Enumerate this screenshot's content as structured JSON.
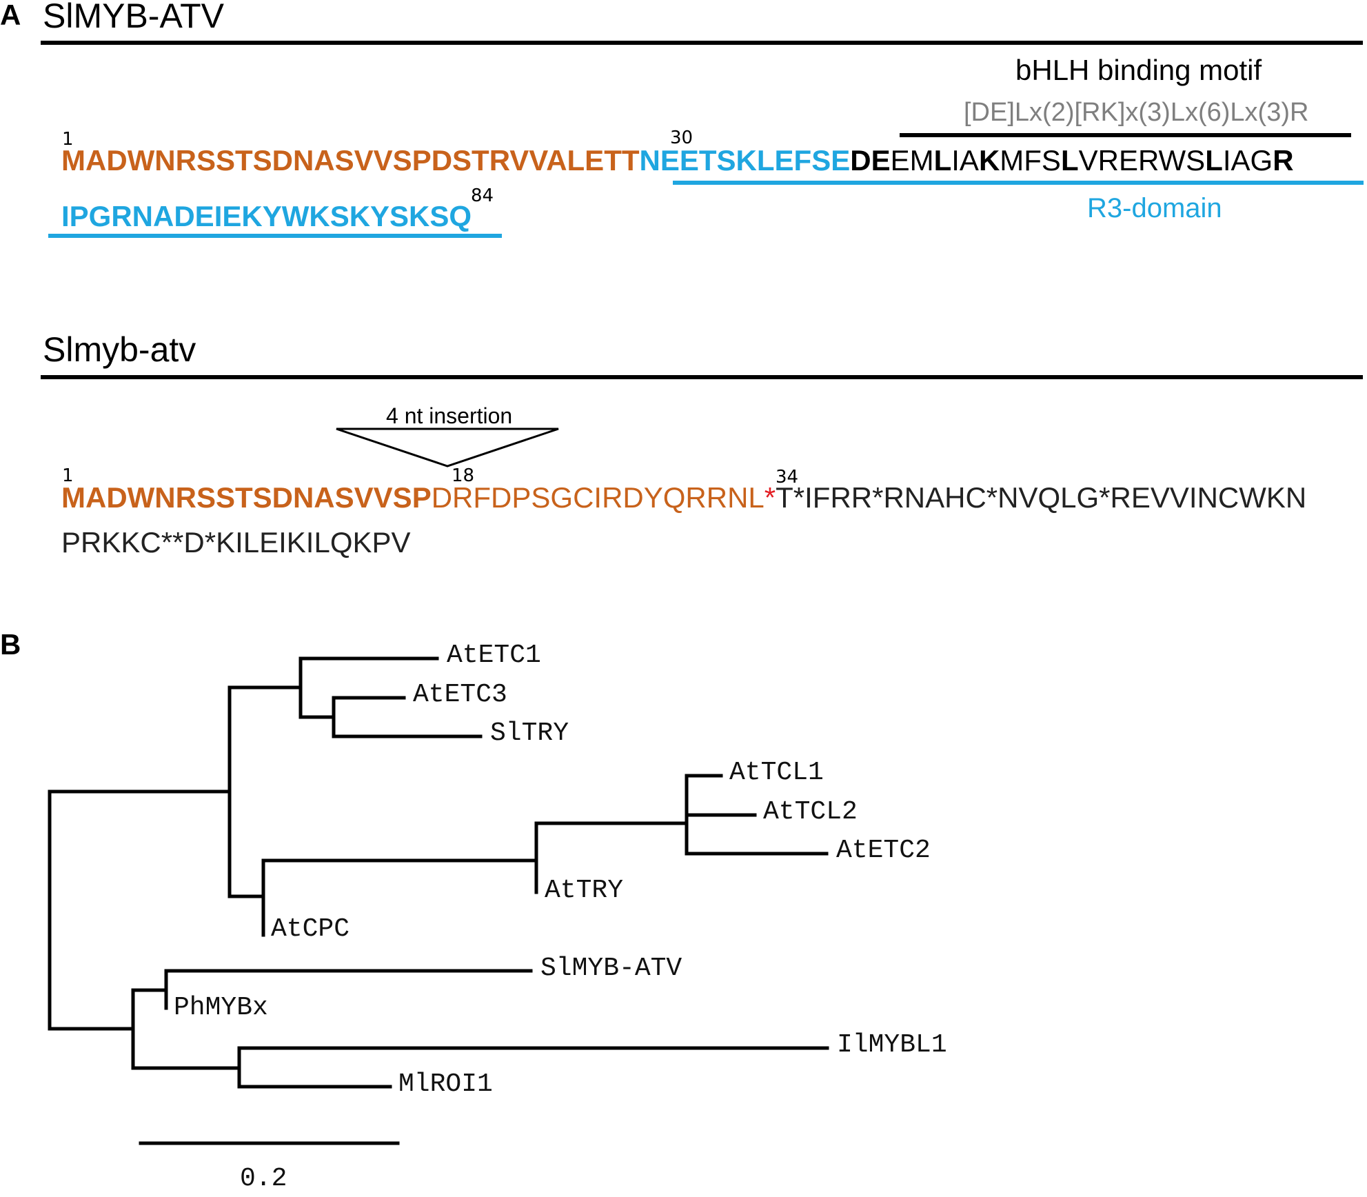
{
  "panelA": {
    "letter": "A",
    "wt": {
      "title": "SlMYB-ATV",
      "pos_1": "1",
      "pos_30": "30",
      "pos_84": "84",
      "seg_orange": "MADWNRSSTSDNASVVSPDSTRVVALETT",
      "seg_blue": "NEETSKLEFSE",
      "motif_parts": [
        {
          "t": "DE",
          "bold": true
        },
        {
          "t": "EM",
          "bold": false
        },
        {
          "t": "L",
          "bold": true
        },
        {
          "t": "IA",
          "bold": false
        },
        {
          "t": "K",
          "bold": true
        },
        {
          "t": "MFS",
          "bold": false
        },
        {
          "t": "L",
          "bold": true
        },
        {
          "t": "VRERWS",
          "bold": false
        },
        {
          "t": "L",
          "bold": true
        },
        {
          "t": "IAG",
          "bold": false
        },
        {
          "t": "R",
          "bold": true
        }
      ],
      "line2": "IPGRNADEIEKYWKSKYSKSQ",
      "motif_label": "bHLH binding motif",
      "motif_pattern": "[DE]Lx(2)[RK]x(3)Lx(6)Lx(3)R",
      "domain_label": "R3-domain"
    },
    "mut": {
      "title": "Slmyb-atv",
      "insertion_label": "4 nt insertion",
      "pos_1": "1",
      "pos_18": "18",
      "pos_34": "34",
      "seg_orange_bold": "MADWNRSSTSDNASVVSP",
      "seg_orange": "DRFDPSGCIRDYQRRNL",
      "stop": "*",
      "seg_black": "T*IFRR*RNAHC*NVQLG*REVVINCWKN",
      "line2": "PRKKC**D*KILEIKILQKPV"
    }
  },
  "panelB": {
    "letter": "B",
    "scale_label": "0.2",
    "leaves": [
      "AtETC1",
      "AtETC3",
      "SlTRY",
      "AtTCL1",
      "AtTCL2",
      "AtETC2",
      "AtTRY",
      "AtCPC",
      "SlMYB-ATV",
      "PhMYBx",
      "IlMYBL1",
      "MlROI1"
    ]
  }
}
